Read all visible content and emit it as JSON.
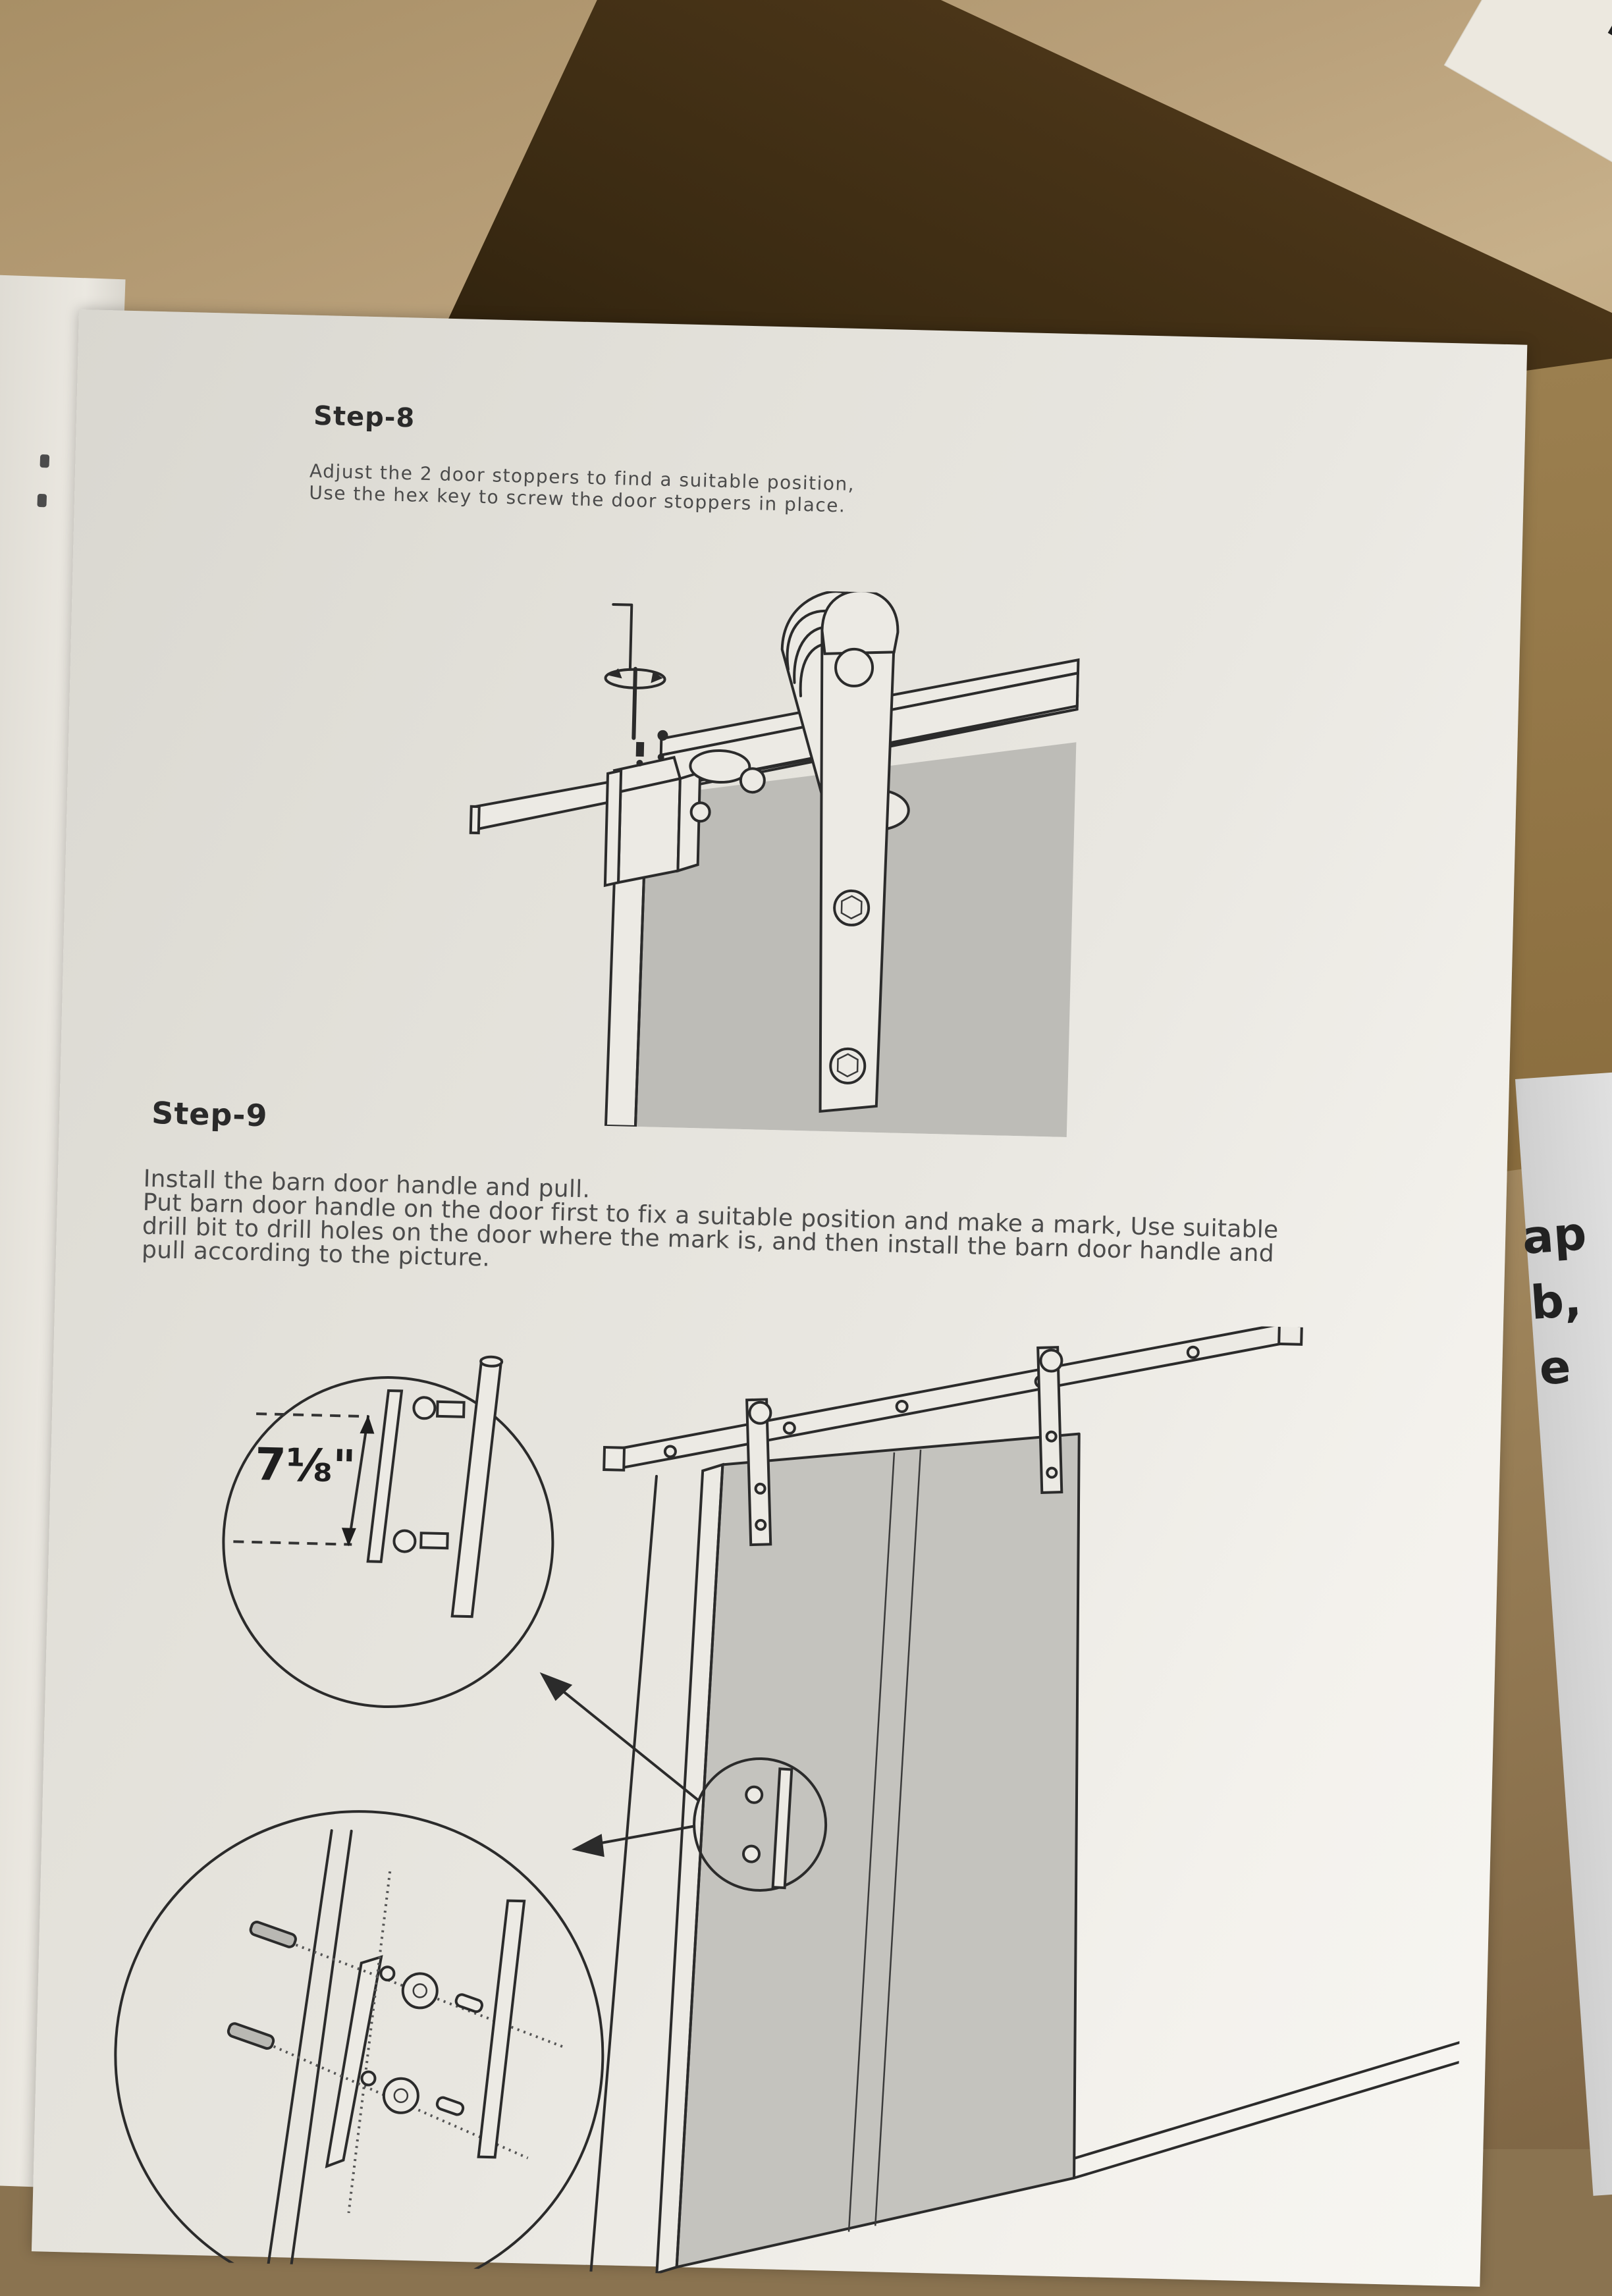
{
  "document": {
    "type": "barn door hardware installation instructions",
    "steps": [
      {
        "title": "Step-8",
        "lines": [
          "Adjust the 2 door stoppers to find a suitable position,",
          "Use the hex key to screw the door stoppers in place."
        ],
        "figure": {
          "description": "Door stopper on sliding track being tightened with hex key; roller hanger strap with bolts on door",
          "icons": [
            "hex-key-icon",
            "rotation-arrow-icon",
            "door-stopper-icon",
            "roller-hanger-icon"
          ]
        }
      },
      {
        "title": "Step-9",
        "lines": [
          "Install the barn door handle and pull.",
          "Put barn door handle on the door first to fix a suitable position and make a mark, Use suitable",
          "drill bit to drill holes on the door where the mark is, and then install the barn door handle and",
          "pull according to the picture."
        ],
        "figure": {
          "dimension_label": "7⅛\"",
          "description": "Sliding barn door on track with detail callouts of handle spacing and exploded view of handle, washers, and screws",
          "icons": [
            "handle-detail-callout",
            "exploded-handle-callout",
            "barn-door-icon",
            "track-rail-icon"
          ]
        }
      }
    ]
  },
  "background": {
    "right_paper_fragments": [
      "ap",
      "b,",
      "e"
    ]
  },
  "colors": {
    "paper": "#e9e7e1",
    "ink": "#2b2b2b",
    "body_text": "#4b4b4b",
    "cardboard": "#b9a07a",
    "box_dark": "#3a2a12"
  }
}
